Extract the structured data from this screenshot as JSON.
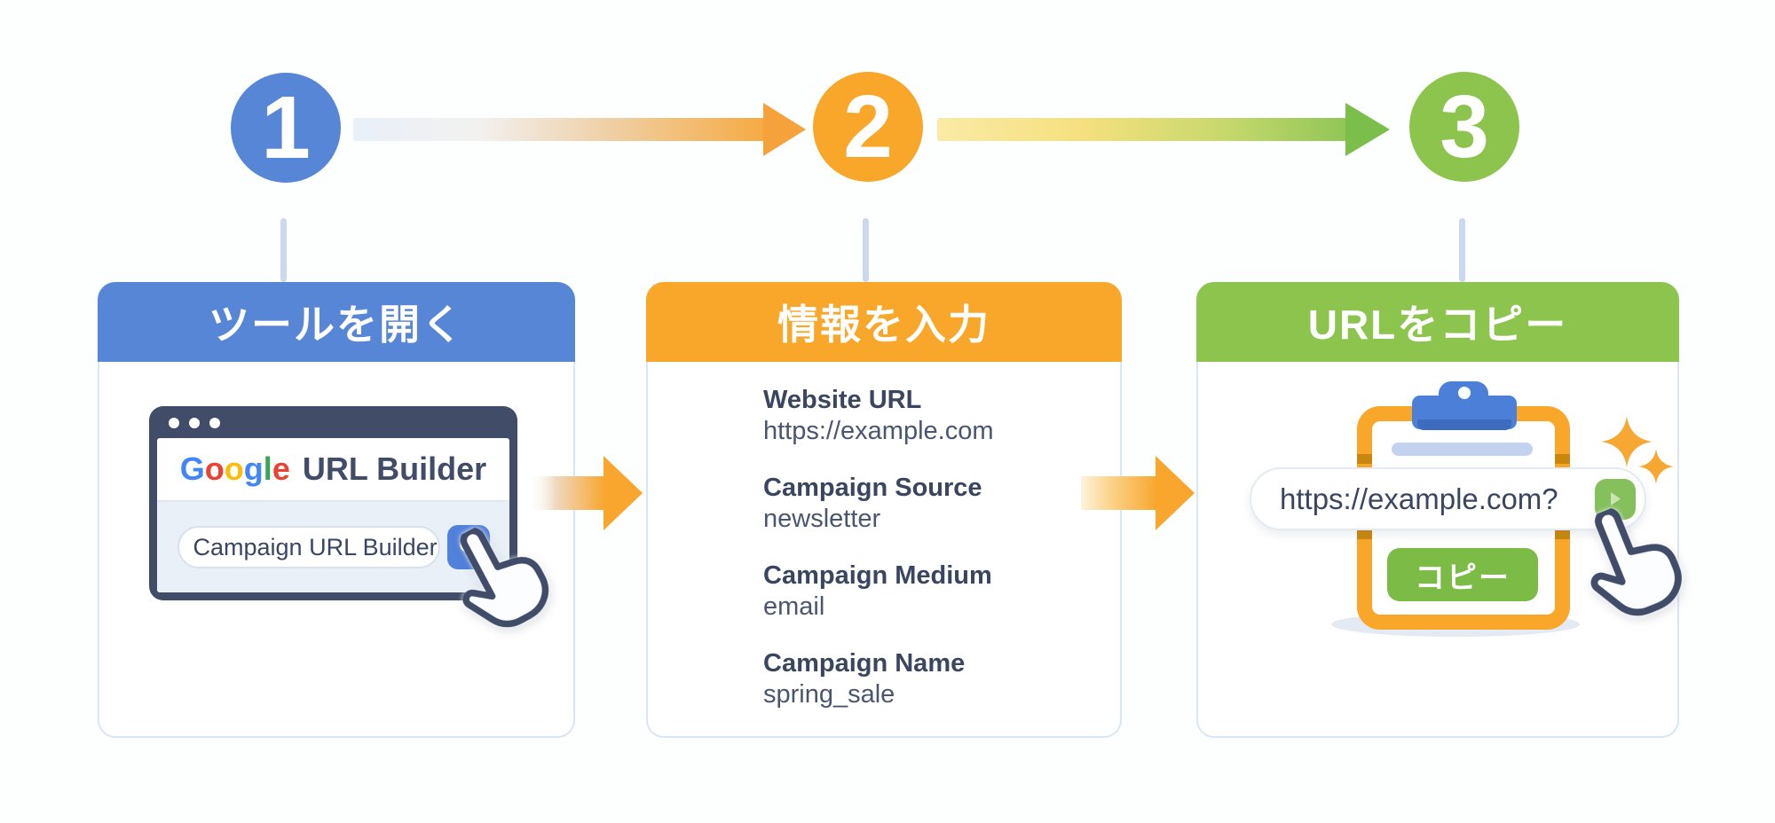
{
  "steps": [
    {
      "number": "1",
      "title": "ツールを開く",
      "color": "#5786D6"
    },
    {
      "number": "2",
      "title": "情報を入力",
      "color": "#F8A72B"
    },
    {
      "number": "3",
      "title": "URLをコピー",
      "color": "#8CC44E"
    }
  ],
  "browser": {
    "logo": {
      "letters": [
        {
          "char": "G",
          "color": "#4285F4"
        },
        {
          "char": "o",
          "color": "#EA4335"
        },
        {
          "char": "o",
          "color": "#FBBC05"
        },
        {
          "char": "g",
          "color": "#4285F4"
        },
        {
          "char": "l",
          "color": "#34A853"
        },
        {
          "char": "e",
          "color": "#EA4335"
        }
      ],
      "suffix": "URL Builder"
    },
    "search": {
      "value": "Campaign URL Builder",
      "icon": "magnifier-icon"
    }
  },
  "form": {
    "fields": [
      {
        "label": "Website URL",
        "value": "https://example.com"
      },
      {
        "label": "Campaign Source",
        "value": "newsletter"
      },
      {
        "label": "Campaign Medium",
        "value": "email"
      },
      {
        "label": "Campaign Name",
        "value": "spring_sale"
      }
    ]
  },
  "clipboard": {
    "url_text": "https://example.com?",
    "copy_label": "コピー"
  },
  "colors": {
    "navy": "#414D68",
    "text_dark": "#3A4660",
    "card_border": "#D9E6F5",
    "connector": "#CBD9EE",
    "search_blue": "#5181DC",
    "copy_green": "#7CBB45",
    "pill_btn_green": "#85C05C",
    "clip_blue": "#4C80D8",
    "frame_orange": "#F9A72B",
    "frame_dark": "#C9880D",
    "note_bar": "#C3D2EE",
    "sparkle": "#F6A832",
    "arrow_orange": "#F8A62E",
    "arrowhead_orange": "#F5A23C",
    "arrowhead_green": "#7CBE4C"
  }
}
